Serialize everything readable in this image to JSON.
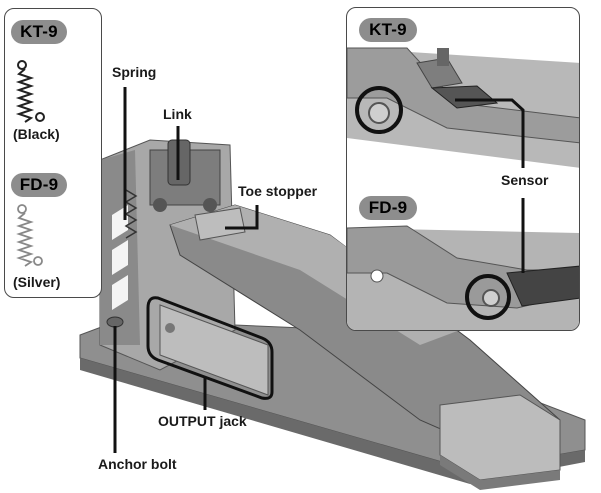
{
  "left_panel": {
    "kt9_badge": "KT-9",
    "kt9_color": "(Black)",
    "fd9_badge": "FD-9",
    "fd9_color": "(Silver)"
  },
  "right_panel": {
    "kt9_badge": "KT-9",
    "fd9_badge": "FD-9",
    "sensor_label": "Sensor"
  },
  "labels": {
    "spring": "Spring",
    "link": "Link",
    "toe_stopper": "Toe stopper",
    "output_jack": "OUTPUT jack",
    "anchor_bolt": "Anchor bolt"
  },
  "colors": {
    "badge_bg": "#8d8d8d",
    "callout_line": "#111111",
    "pedal_dark": "#6f6f6f",
    "pedal_mid": "#9a9a9a",
    "pedal_light": "#c4c4c4"
  }
}
